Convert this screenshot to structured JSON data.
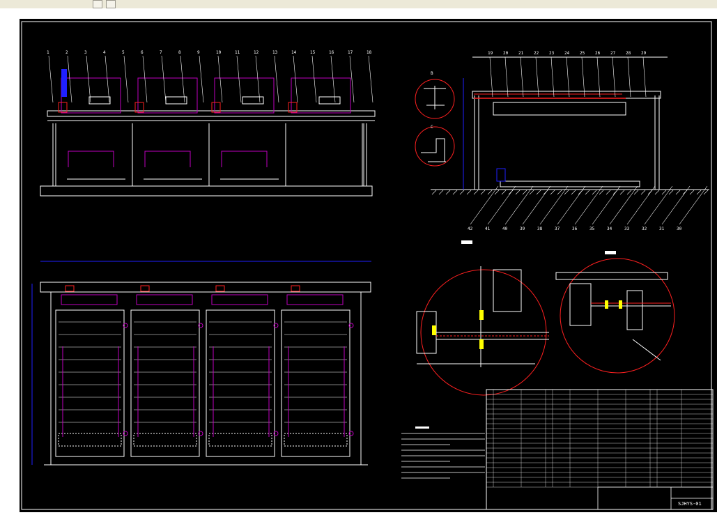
{
  "colors": {
    "background": "#000000",
    "frame": "#ffffff",
    "magenta": "#c000c0",
    "red": "#ff2020",
    "blue": "#2020ff",
    "cyan": "#00c0c0",
    "yellow": "#ffff00"
  },
  "toolbar": {
    "icons": [
      "pan-icon",
      "orbit-icon"
    ]
  },
  "callouts_top_view": [
    "1",
    "2",
    "3",
    "4",
    "5",
    "6",
    "7",
    "8",
    "9",
    "10",
    "11",
    "12",
    "13",
    "14",
    "15",
    "16",
    "17",
    "18"
  ],
  "callouts_side_top": [
    "19",
    "20",
    "21",
    "22",
    "23",
    "24",
    "25",
    "26",
    "27",
    "28",
    "29"
  ],
  "callouts_side_bottom": [
    "42",
    "41",
    "40",
    "39",
    "38",
    "37",
    "36",
    "35",
    "34",
    "33",
    "32",
    "31",
    "30"
  ],
  "section_labels": {
    "b": "B",
    "c": "C"
  },
  "title_block": {
    "drawing_number": "SJHYS-01"
  }
}
